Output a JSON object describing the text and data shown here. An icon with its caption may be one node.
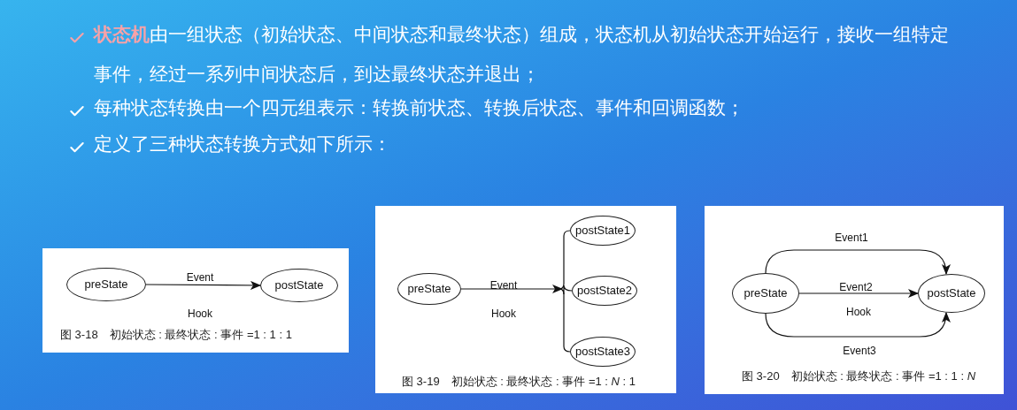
{
  "diagram": {
    "nodes": [
      {
        "text": [
          "图 3-18　初始状态 : 最终状态 : 事件 =1 : 1 : 1"
        ]
      },
      {
        "text": [
          "preState"
        ],
        "in": 0
      },
      {
        "text": [
          "postState"
        ],
        "in": 0
      },
      {
        "text": [
          "图 3-19　初始状态 : 最终状态 : 事件 =1 : *N* : 1"
        ]
      },
      {
        "text": [
          "preState"
        ],
        "in": 3
      },
      {
        "text": [
          "postState1"
        ],
        "in": 3
      },
      {
        "text": [
          "postState2"
        ],
        "in": 3
      },
      {
        "text": [
          "postState3"
        ],
        "in": 3
      },
      {
        "text": [
          "图 3-20　初始状态 : 最终状态 : 事件 =1 : 1 : *N*"
        ]
      },
      {
        "text": [
          "preState"
        ],
        "in": 8
      },
      {
        "text": [
          "postState"
        ],
        "in": 8
      }
    ],
    "edges": [
      {
        "from": 1,
        "to": 2,
        "arrow": "to",
        "label": "Event"
      },
      {
        "from": 4,
        "to": 5,
        "arrow": "none"
      },
      {
        "from": 4,
        "to": 6,
        "arrow": "to",
        "label": "Event"
      },
      {
        "from": 4,
        "to": 7,
        "arrow": "none"
      },
      {
        "from": 9,
        "to": 10,
        "arrow": "to",
        "label": "Event1"
      },
      {
        "from": 9,
        "to": 10,
        "arrow": "to",
        "label": "Event2"
      },
      {
        "from": 9,
        "to": 10,
        "arrow": "to",
        "label": "Event3"
      }
    ],
    "labels": [
      "**状态机**由一组状态（初始状态、中间状态和最终状态）组成，状态机从初始状态开始运行，接收一组特定事件，经过一系列中间状态后，到达最终状态并退出；",
      "每种状态转换由一个四元组表示：转换前状态、转换后状态、事件和回调函数；",
      "定义了三种状态转换方式如下所示：",
      "Hook",
      "Hook",
      "Hook"
    ]
  }
}
